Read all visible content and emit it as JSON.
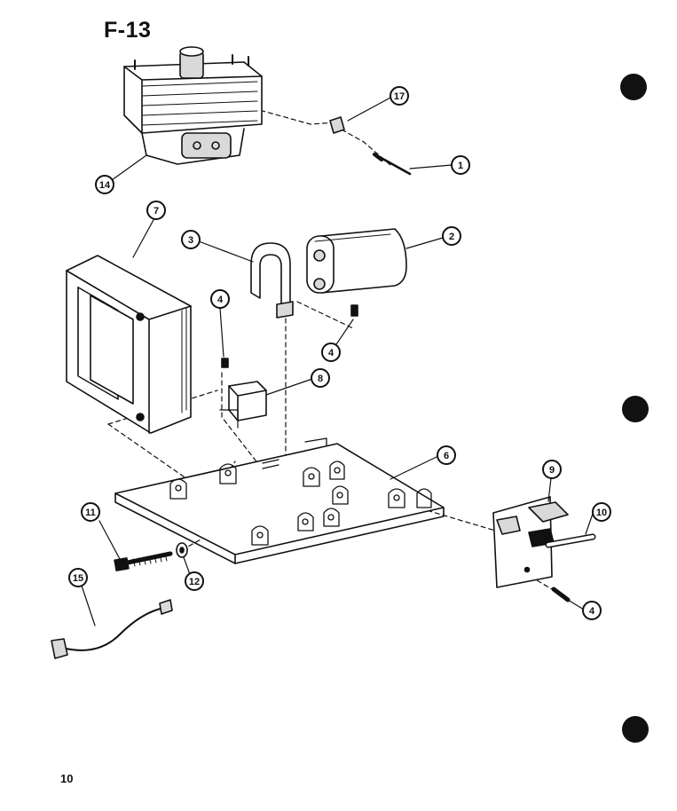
{
  "page": {
    "title": "F-13",
    "page_number": "10"
  },
  "callouts": [
    {
      "label": "17",
      "part": "magnetron-clip"
    },
    {
      "label": "1",
      "part": "thermal-probe"
    },
    {
      "label": "14",
      "part": "magnetron"
    },
    {
      "label": "7",
      "part": "transformer"
    },
    {
      "label": "3",
      "part": "capacitor-bracket"
    },
    {
      "label": "2",
      "part": "capacitor"
    },
    {
      "label": "4",
      "part": "screw-a"
    },
    {
      "label": "4",
      "part": "screw-b"
    },
    {
      "label": "8",
      "part": "diode-block"
    },
    {
      "label": "6",
      "part": "base-plate"
    },
    {
      "label": "9",
      "part": "terminal-board"
    },
    {
      "label": "10",
      "part": "terminal-pin"
    },
    {
      "label": "11",
      "part": "bolt"
    },
    {
      "label": "12",
      "part": "washer"
    },
    {
      "label": "15",
      "part": "ground-wire"
    },
    {
      "label": "4",
      "part": "screw-c"
    }
  ],
  "colors": {
    "ink": "#111111",
    "paper": "#ffffff",
    "shade": "#d9d9d9"
  }
}
